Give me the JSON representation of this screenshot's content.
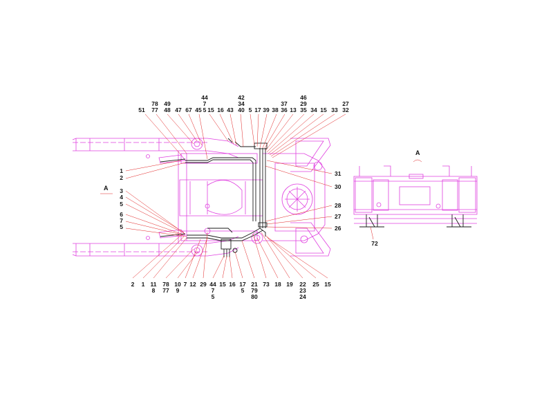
{
  "drawing": {
    "view_label_main": "A",
    "view_label_side": "A",
    "colors": {
      "frame": "#e040e0",
      "pipes": "#1a1a1a",
      "leaders": "#e02020",
      "text": "#111111"
    },
    "top_callouts": [
      [
        "51"
      ],
      [
        "78",
        "77"
      ],
      [
        "49",
        "48"
      ],
      [
        "47"
      ],
      [
        "67"
      ],
      [
        "45"
      ],
      [
        "44",
        "7",
        "5"
      ],
      [
        "15"
      ],
      [
        "16"
      ],
      [
        "43"
      ],
      [
        "42",
        "34",
        "40"
      ],
      [
        "5"
      ],
      [
        "17"
      ],
      [
        "39"
      ],
      [
        "38"
      ],
      [
        "37",
        "36"
      ],
      [
        "13"
      ],
      [
        "46",
        "29",
        "35"
      ],
      [
        "34"
      ],
      [
        "15"
      ],
      [
        "33"
      ],
      [
        "27",
        "32"
      ]
    ],
    "left_callouts": [
      "1",
      "2",
      "3",
      "4",
      "5",
      "6",
      "7",
      "5"
    ],
    "right_callouts": [
      "31",
      "30",
      "28",
      "27",
      "26"
    ],
    "bottom_callouts": [
      [
        "2"
      ],
      [
        "1"
      ],
      [
        "11",
        "8"
      ],
      [
        "78",
        "77"
      ],
      [
        "10",
        "9"
      ],
      [
        "7"
      ],
      [
        "12"
      ],
      [
        "29"
      ],
      [
        "44",
        "7",
        "5"
      ],
      [
        "15"
      ],
      [
        "16"
      ],
      [
        "17",
        "5"
      ],
      [
        "21",
        "79",
        "80"
      ],
      [
        "73"
      ],
      [
        "18"
      ],
      [
        "19"
      ],
      [
        "22",
        "23",
        "24"
      ],
      [
        "25"
      ],
      [
        "15"
      ]
    ],
    "side_callouts": [
      "72"
    ]
  }
}
